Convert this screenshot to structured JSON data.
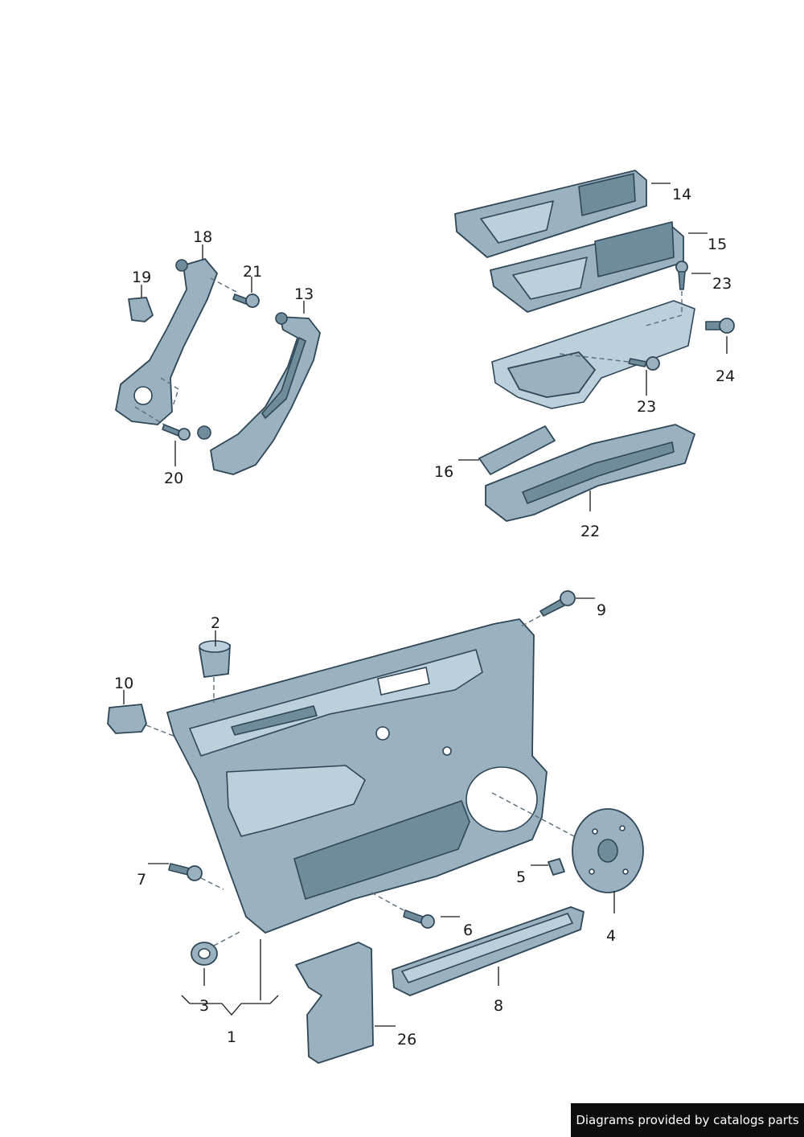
{
  "labels": {
    "p1": "1",
    "p2": "2",
    "p3": "3",
    "p4": "4",
    "p5": "5",
    "p6": "6",
    "p7": "7",
    "p8": "8",
    "p9": "9",
    "p10": "10",
    "p13": "13",
    "p14": "14",
    "p15": "15",
    "p16": "16",
    "p18": "18",
    "p19": "19",
    "p20": "20",
    "p21": "21",
    "p22": "22",
    "p23a": "23",
    "p23b": "23",
    "p24": "24",
    "p26": "26"
  },
  "footer": {
    "text": "Diagrams provided by catalogs parts"
  },
  "colors": {
    "part": "#9ab2c0",
    "part_light": "#bcd0dc",
    "outline": "#2e4656",
    "footer_bg": "#0d0d0d"
  }
}
